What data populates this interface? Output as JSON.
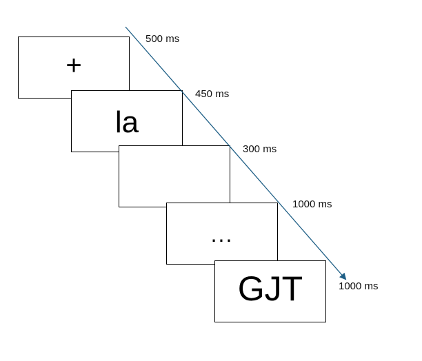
{
  "frames": [
    {
      "stimulus": "+",
      "duration": "500 ms"
    },
    {
      "stimulus": "la",
      "duration": "450 ms"
    },
    {
      "stimulus": "",
      "duration": "300 ms"
    },
    {
      "stimulus": "...",
      "duration": "1000 ms"
    },
    {
      "stimulus": "GJT",
      "duration": "1000 ms"
    }
  ],
  "timeline": {
    "color": "#1f5f86",
    "icon": "arrow-icon"
  }
}
